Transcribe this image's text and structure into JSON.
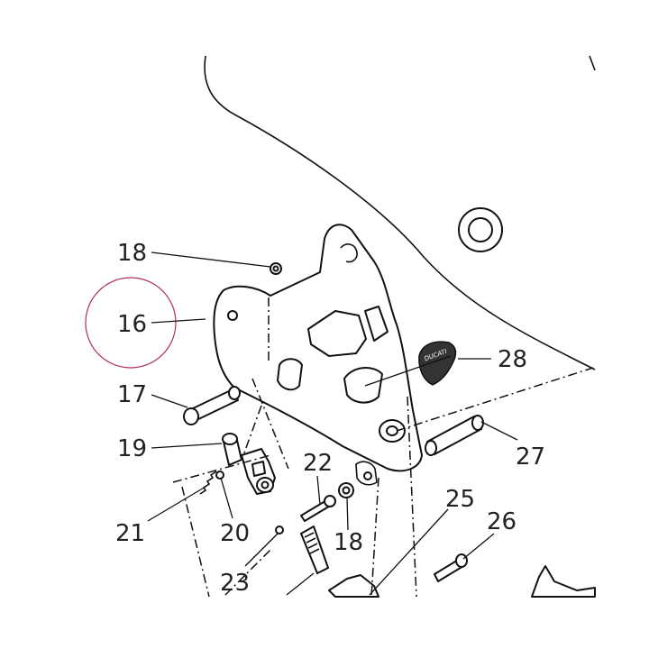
{
  "callouts": {
    "c18a": "18",
    "c16": "16",
    "c17": "17",
    "c19": "19",
    "c21": "21",
    "c20": "20",
    "c22": "22",
    "c18b": "18",
    "c23": "23",
    "c25": "25",
    "c26": "26",
    "c27": "27",
    "c28": "28"
  },
  "logo_text": "DUCATI",
  "colors": {
    "line": "#111111",
    "label": "#222222",
    "highlight_circle": "#b03050",
    "logo_fill": "#333333"
  }
}
